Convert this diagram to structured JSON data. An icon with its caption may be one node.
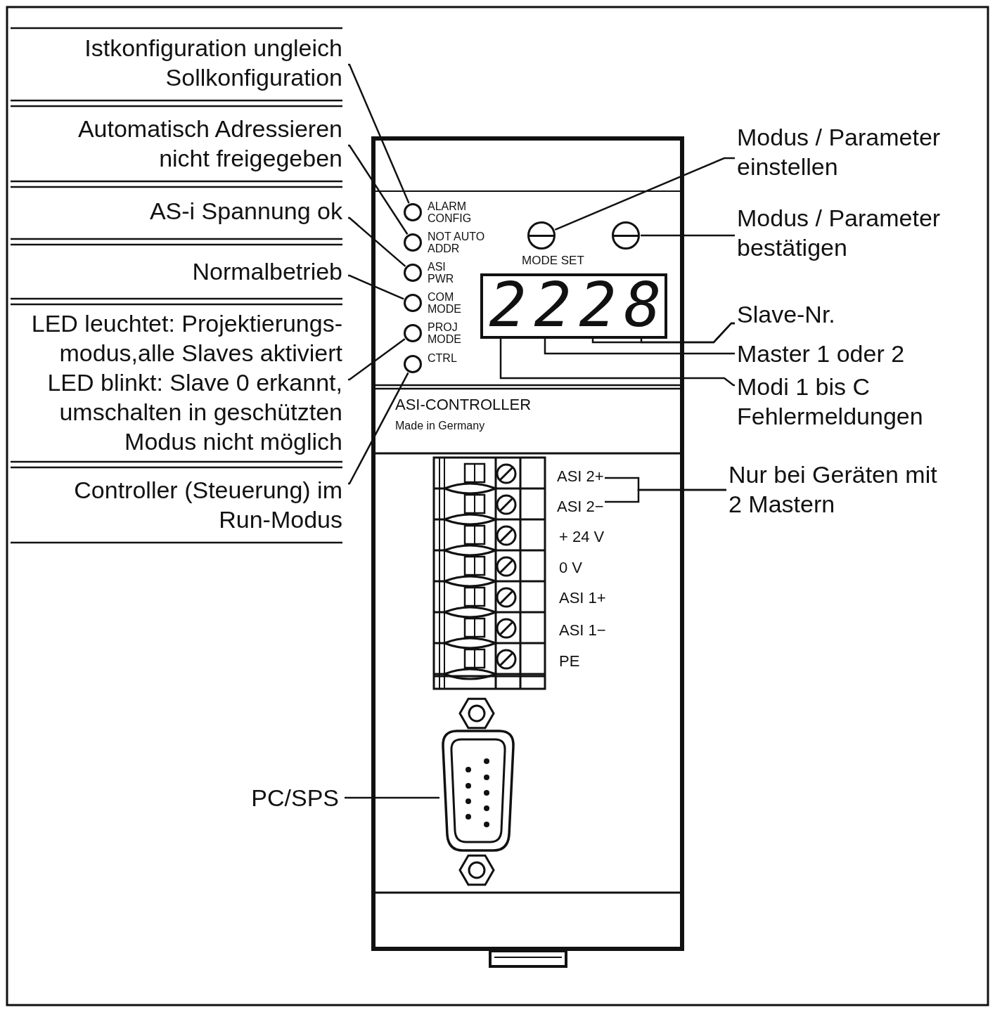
{
  "diagram": {
    "nodes": [
      {
        "text": [
          "Istkonfiguration ungleich Sollkonfiguration"
        ]
      },
      {
        "text": [
          "Automatisch Adressieren nicht freigegeben"
        ]
      },
      {
        "text": [
          "AS-i Spannung ok"
        ]
      },
      {
        "text": [
          "Normalbetrieb"
        ]
      },
      {
        "text": [
          "LED leuchtet: Projektierungs-modus,alle Slaves aktiviert",
          "LED blinkt: Slave 0 erkannt, umschalten in geschützten Modus nicht möglich"
        ]
      },
      {
        "text": [
          "Controller (Steuerung) im Run-Modus"
        ]
      },
      {
        "text": [],
        "shape": "circle",
        "beside": [
          "ALARM CONFIG"
        ]
      },
      {
        "text": [],
        "shape": "circle",
        "beside": [
          "NOT AUTO ADDR"
        ]
      },
      {
        "text": [],
        "shape": "circle",
        "beside": [
          "ASI PWR"
        ]
      },
      {
        "text": [],
        "shape": "circle",
        "beside": [
          "COM MODE"
        ]
      },
      {
        "text": [],
        "shape": "circle",
        "beside": [
          "PROJ MODE"
        ]
      },
      {
        "text": [],
        "shape": "circle",
        "beside": [
          "CTRL"
        ]
      },
      {
        "text": [
          "Modus / Parameter einstellen"
        ]
      },
      {
        "text": [],
        "shape": "circle",
        "beside": [
          "MODE SET"
        ]
      },
      {
        "text": [
          "Modus / Parameter bestätigen"
        ]
      },
      {
        "text": [],
        "shape": "circle"
      },
      {
        "text": [],
        "shape": "box"
      },
      {
        "text": [
          "2"
        ],
        "in": 16
      },
      {
        "text": [
          "2"
        ],
        "in": 16
      },
      {
        "text": [
          "2"
        ],
        "in": 16
      },
      {
        "text": [
          "8"
        ],
        "in": 16
      },
      {
        "text": [
          "Slave-Nr."
        ]
      },
      {
        "text": [
          "Master 1 oder 2"
        ]
      },
      {
        "text": [
          "Modi 1 bis C Fehlermeldungen"
        ]
      },
      {
        "text": [
          "ASI 2+"
        ]
      },
      {
        "text": [
          "ASI 2−"
        ]
      },
      {
        "text": [
          "Nur bei Geräten mit 2 Mastern"
        ]
      },
      {
        "text": [
          "PC/SPS"
        ]
      },
      {
        "text": [],
        "shape": "picture"
      }
    ],
    "edges": [
      {
        "from": 0,
        "to": 6,
        "arrow": "none"
      },
      {
        "from": 1,
        "to": 7,
        "arrow": "none"
      },
      {
        "from": 2,
        "to": 8,
        "arrow": "none"
      },
      {
        "from": 3,
        "to": 9,
        "arrow": "none"
      },
      {
        "from": 4,
        "to": 10,
        "arrow": "none"
      },
      {
        "from": 5,
        "to": 11,
        "arrow": "none"
      },
      {
        "from": 12,
        "to": 13,
        "arrow": "none"
      },
      {
        "from": 14,
        "to": 15,
        "arrow": "none"
      },
      {
        "from": 21,
        "to": 19,
        "arrow": "none"
      },
      {
        "from": 21,
        "to": 20,
        "arrow": "none"
      },
      {
        "from": 22,
        "to": 18,
        "arrow": "none"
      },
      {
        "from": 23,
        "to": 17,
        "arrow": "none"
      },
      {
        "from": 26,
        "to": 24,
        "arrow": "none"
      },
      {
        "from": 26,
        "to": 25,
        "arrow": "none"
      },
      {
        "from": 27,
        "to": 28,
        "arrow": "none"
      }
    ],
    "labels": [
      "ASI-CONTROLLER",
      "Made in Germany",
      "+ 24 V",
      "0 V",
      "ASI 1+",
      "ASI 1−",
      "PE"
    ]
  }
}
